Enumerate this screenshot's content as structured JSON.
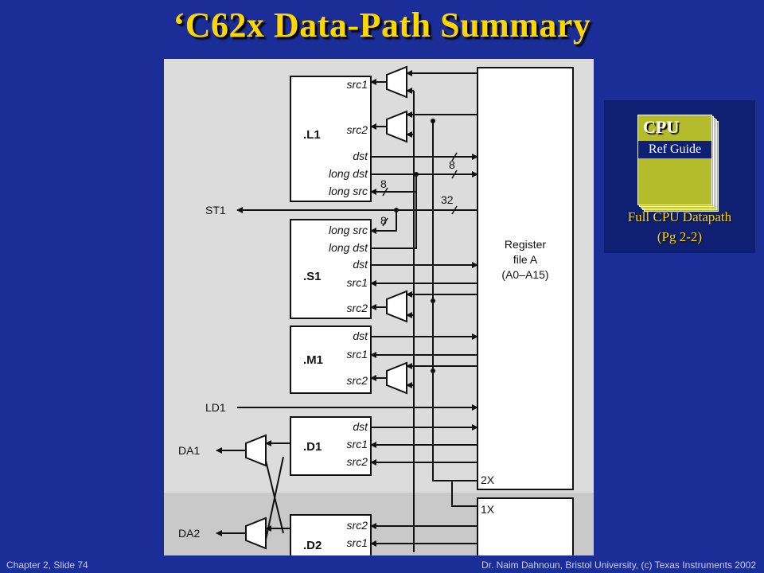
{
  "slide": {
    "title": "‘C62x Data-Path Summary",
    "footer_left": "Chapter 2, Slide 74",
    "footer_right": "Dr. Naim Dahnoun, Bristol University,  (c) Texas Instruments 2002"
  },
  "reference": {
    "book_title": "CPU",
    "book_subtitle": "Ref Guide",
    "caption_line1": "Full CPU Datapath",
    "caption_line2": "(Pg 2-2)"
  },
  "diagram": {
    "units": {
      "l1": {
        "name": ".L1",
        "ports": [
          "src1",
          "src2",
          "dst",
          "long dst",
          "long src"
        ]
      },
      "s1": {
        "name": ".S1",
        "ports": [
          "long src",
          "long dst",
          "dst",
          "src1",
          "src2"
        ]
      },
      "m1": {
        "name": ".M1",
        "ports": [
          "dst",
          "src1",
          "src2"
        ]
      },
      "d1": {
        "name": ".D1",
        "ports": [
          "dst",
          "src1",
          "src2"
        ]
      },
      "d2": {
        "name": ".D2",
        "ports": [
          "src2",
          "src1"
        ]
      }
    },
    "register_file": {
      "line1": "Register",
      "line2": "file A",
      "line3": "(A0–A15)"
    },
    "cross_paths": [
      "2X",
      "1X"
    ],
    "external_signals": [
      "ST1",
      "LD1",
      "DA1",
      "DA2"
    ],
    "bus_widths": [
      "8",
      "8",
      "32",
      "8"
    ]
  },
  "colors": {
    "background": "#1b2e98",
    "title": "#ffd700",
    "diagram_bg": "#dcdcdc",
    "book": "#b5bc2c"
  }
}
